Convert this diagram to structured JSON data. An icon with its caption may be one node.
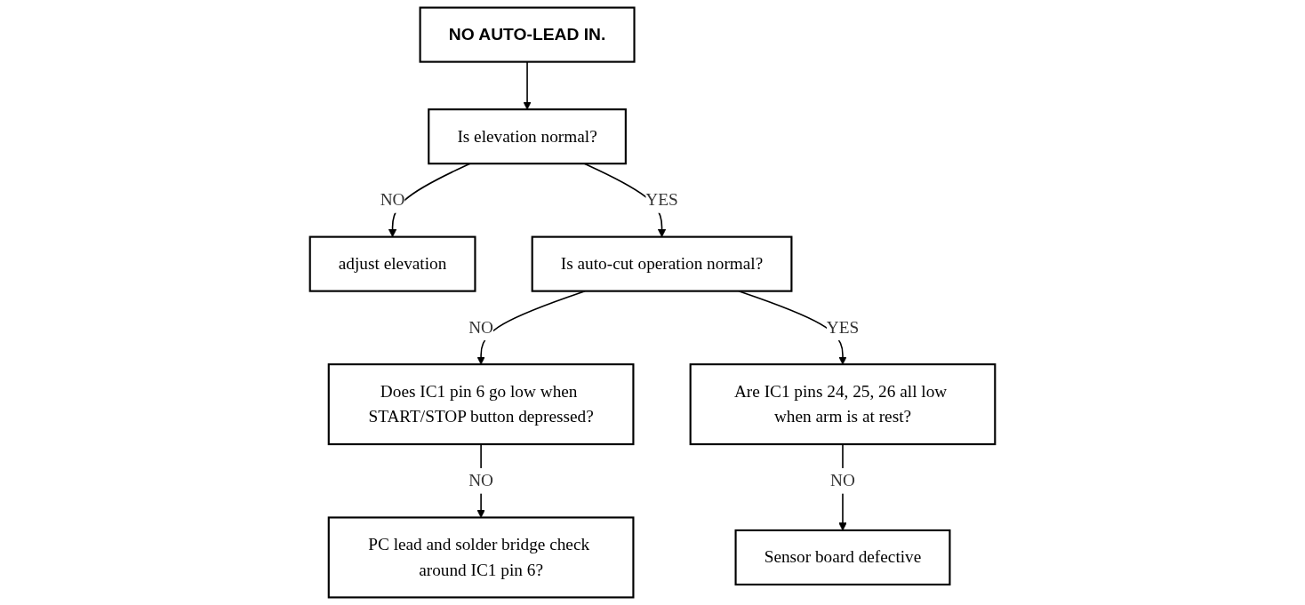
{
  "diagram": {
    "nodes": [
      {
        "text": [
          "NO AUTO-LEAD IN."
        ]
      },
      {
        "text": [
          "Is elevation normal?"
        ]
      },
      {
        "text": [
          "adjust elevation"
        ]
      },
      {
        "text": [
          "Is auto-cut operation normal?"
        ]
      },
      {
        "text": [
          "Does IC1 pin 6 go low when START/STOP button depressed?"
        ]
      },
      {
        "text": [
          "PC lead and solder bridge check around IC1 pin 6?"
        ]
      },
      {
        "text": [
          "Are IC1 pins 24, 25, 26 all low when arm is at rest?"
        ]
      },
      {
        "text": [
          "Sensor board defective"
        ]
      }
    ],
    "edges": [
      {
        "from": 0,
        "to": 1,
        "arrow": "to"
      },
      {
        "from": 1,
        "to": 2,
        "arrow": "to",
        "label": "NO"
      },
      {
        "from": 1,
        "to": 3,
        "arrow": "to",
        "label": "YES"
      },
      {
        "from": 3,
        "to": 4,
        "arrow": "to",
        "label": "NO"
      },
      {
        "from": 4,
        "to": 5,
        "arrow": "to",
        "label": "NO"
      },
      {
        "from": 3,
        "to": 6,
        "arrow": "to",
        "label": "YES"
      },
      {
        "from": 6,
        "to": 7,
        "arrow": "to",
        "label": "NO"
      }
    ]
  }
}
